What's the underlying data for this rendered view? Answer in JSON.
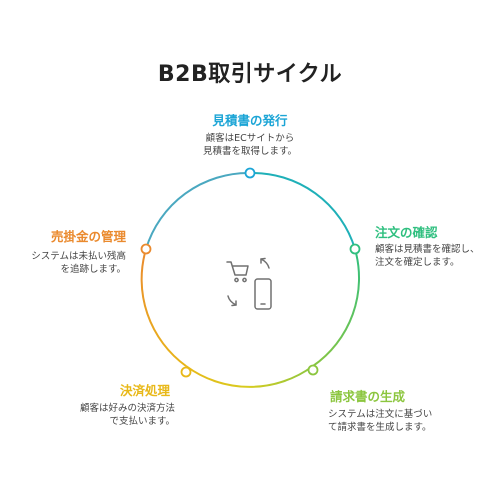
{
  "title": "B2B取引サイクル",
  "colors": {
    "stage1": "#1ca5d6",
    "stage2": "#2fbf7f",
    "stage3": "#8cc63f",
    "stage4": "#e8b818",
    "stage5": "#ea8a2e"
  },
  "stages": [
    {
      "title": "見積書の発行",
      "desc_lines": [
        "顧客はECサイトから",
        "見積書を取得します。"
      ]
    },
    {
      "title": "注文の確認",
      "desc_lines": [
        "顧客は見積書を確認し、",
        "注文を確定します。"
      ]
    },
    {
      "title": "請求書の生成",
      "desc_lines": [
        "システムは注文に基づい",
        "て請求書を生成します。"
      ]
    },
    {
      "title": "決済処理",
      "desc_lines": [
        "顧客は好みの決済方法",
        "で支払います。"
      ]
    },
    {
      "title": "売掛金の管理",
      "desc_lines": [
        "システムは未払い残高",
        "を追跡します。"
      ]
    }
  ],
  "center_icons": [
    "shopping-cart-icon",
    "refresh-arrows-icon",
    "smartphone-icon"
  ]
}
